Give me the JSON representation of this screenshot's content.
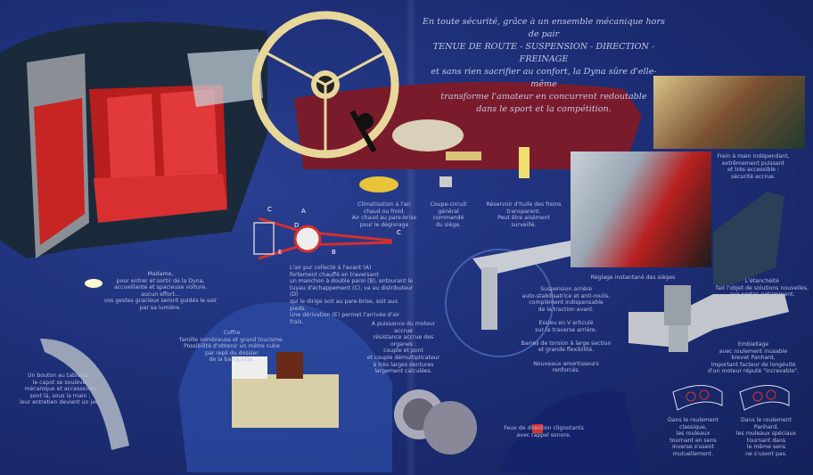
{
  "headline": "En toute sécurité, grâce à un ensemble mécanique hors de pair\nTENUE DE ROUTE - SUSPENSION - DIRECTION - FREINAGE\net sans rien sacrifier au confort, la Dyna sûre d'elle-même\ntransforme l'amateur en concurrent redoutable\ndans le sport et la compétition.",
  "captions": {
    "madame": "Madame,\npour entrer et sortir de la Dyna,\naccueillante et spacieuse voiture,\naucun effort...\nvos gestes gracieux seront guidés le soir\npar sa lumière.",
    "climatisation": "Climatisation à l'air\nchaud ou froid.\nAir chaud au pare-brise\npour le dégivrage",
    "coupe_circuit": "Coupe-circuit\ngénéral\ncommandé\ndu siège.",
    "reservoir": "Réservoir d'huile des freins\ntransparent.\nPeut être aisément\nsurveillé.",
    "frein": "Frein à main indépendant,\nextrêmement puissant\net très accessible :\nsécurité accrue.",
    "air": "L'air pur collecté à l'avant (A)\nfortement chauffé en traversant\nun manchon à double paroi (B), entourant le\ntuyau d'échappement (C), va au distributeur (D)\nqui le dirige soit au pare-brise, soit aux pieds.\nUne dérivation (E) permet l'arrivée d'air frais.",
    "reglage": "Réglage instantané des sièges",
    "etancheite": "L'étanchéité\nfait l'objet de solutions nouvelles,\naux portes notamment.",
    "suspension": "Suspension arrière\nauto-stabilisatrice et anti-roulis,\ncomplément indispensable\nde la traction avant.\n\nEssieu en V articulé\nsur la traverse arrière.\n\nBarres de torsion à large section\net grande flexibilité.\n\nNouveaux amortisseurs\nrenforcés.",
    "coffre": "Coffre\nfamille nombreuse et grand tourisme.\nPossibilité d'obtenir un mètre cube\npar repli du dossier\nde la banquette.",
    "puissance": "A puissance du moteur accrue\nrésistance accrue des organes :\ncouple et pont\net couple démultiplicateur\nà très larges dentures\nlargement calculées.",
    "bouton": "Un bouton au tableau...\nle capot se soulève,\nmécanique et accessoires\nsont là, sous la main ;\nleur entretien devient un jeu.",
    "feux": "Feux de direction clignotants\navec rappel sonore.",
    "embiellage": "Embiellage\navec roulement inusable\nbrevet Panhard,\nimportant facteur de longévité\nd'un moteur réputé \"increvable\".",
    "classique": "Dans le roulement\nclassique,\nles rouleaux\ntournant en sens\ninverse s'usent\nmutuellement.",
    "panhard": "Dans le roulement\nPanhard,\nles rouleaux spéciaux\ntournant dans\nle même sens\nne s'usent pas."
  },
  "diagram_labels": [
    "A",
    "B",
    "C",
    "D",
    "E",
    "C"
  ],
  "colors": {
    "background": "#1d2f78",
    "interior_red": "#d42a2a",
    "dash_maroon": "#7a1b2c",
    "wheel_cream": "#e8d79a",
    "caption": "#b9bde0"
  }
}
